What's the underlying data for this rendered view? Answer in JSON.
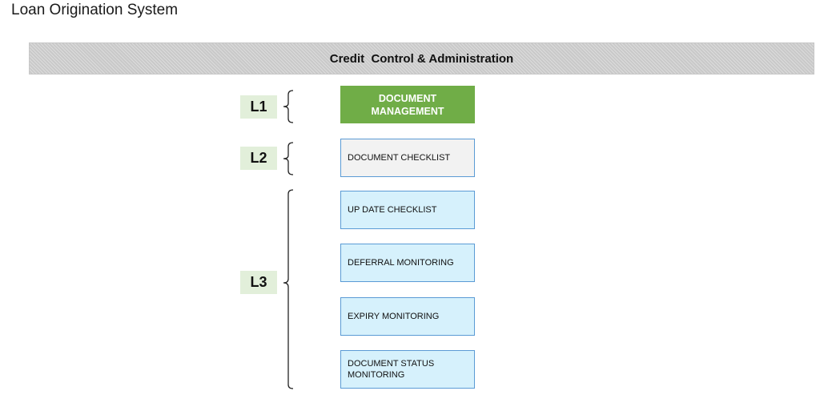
{
  "app_title": "Loan Origination System",
  "banner": "Credit  Control & Administration",
  "levels": {
    "l1": "L1",
    "l2": "L2",
    "l3": "L3"
  },
  "l1_box": "DOCUMENT\nMANAGEMENT",
  "l2_box": "DOCUMENT CHECKLIST",
  "l3_boxes": [
    "UP DATE CHECKLIST",
    "DEFERRAL MONITORING",
    "EXPIRY MONITORING",
    "DOCUMENT STATUS MONITORING"
  ],
  "colors": {
    "l1_box": "#70ad47",
    "l2_box": "#f2f2f2",
    "l3_box": "#d6f1fc",
    "box_border": "#5b9bd5",
    "level_label_bg": "#e2efda",
    "banner_bg": "#c9c9c9"
  }
}
